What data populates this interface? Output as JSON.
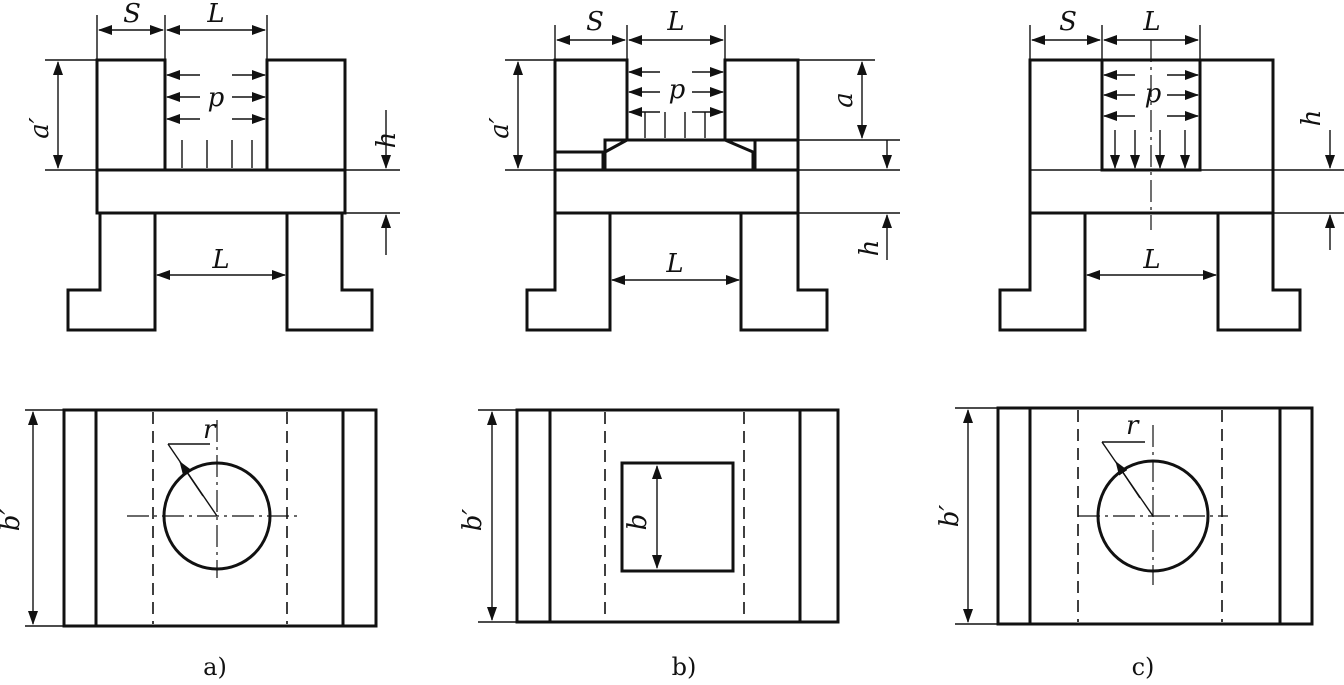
{
  "labels": {
    "S": "S",
    "L": "L",
    "p": "p",
    "a_prime": "a′",
    "a": "a",
    "h": "h",
    "r": "r",
    "b_prime": "b′",
    "b": "b"
  },
  "captions": {
    "a": "a)",
    "b": "b)",
    "c": "c)"
  },
  "colors": {
    "ink": "#111111",
    "paper": "#ffffff"
  }
}
